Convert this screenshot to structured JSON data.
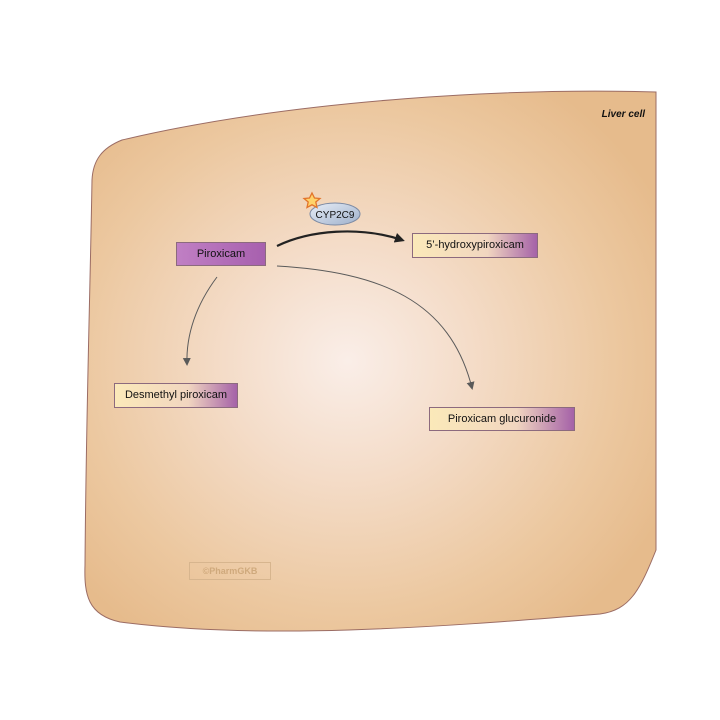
{
  "cell": {
    "title": "Liver cell",
    "watermark": "©PharmGKB"
  },
  "drug": {
    "name": "Piroxicam"
  },
  "enzyme": {
    "name": "CYP2C9"
  },
  "metabolites": {
    "hydroxy": "5’-hydroxypiroxicam",
    "desmethyl": "Desmethyl piroxicam",
    "glucuronide": "Piroxicam glucuronide"
  },
  "colors": {
    "cell_fill": "#e8bf90",
    "cell_center": "#f7e6dc",
    "cell_border": "#9b6c64",
    "drug_box": "#b46fb8",
    "metabolite_box_light": "#fbe9b9",
    "enzyme_fill": "#c8d4e6",
    "arrow": "#555555"
  }
}
